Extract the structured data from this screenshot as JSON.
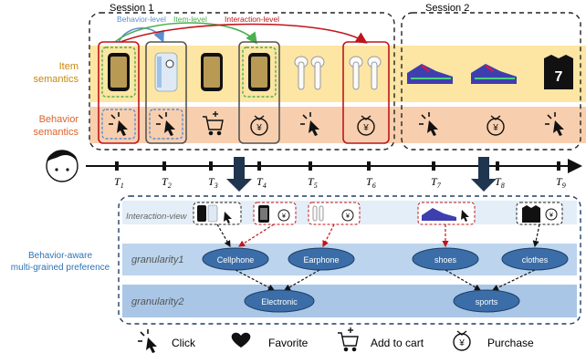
{
  "sessions": {
    "s1": "Session 1",
    "s2": "Session 2"
  },
  "levels": {
    "behavior": "Behavior-level",
    "item": "Item-level",
    "interaction": "Interaction-level"
  },
  "row_labels": {
    "item_l1": "Item",
    "item_l2": "semantics",
    "beh_l1": "Behavior",
    "beh_l2": "semantics"
  },
  "timeline": {
    "ticks": [
      {
        "t": "T",
        "s": "1"
      },
      {
        "t": "T",
        "s": "2"
      },
      {
        "t": "T",
        "s": "3"
      },
      {
        "t": "T",
        "s": "4"
      },
      {
        "t": "T",
        "s": "5"
      },
      {
        "t": "T",
        "s": "6"
      },
      {
        "t": "T",
        "s": "7"
      },
      {
        "t": "T",
        "s": "8"
      },
      {
        "t": "T",
        "s": "9"
      }
    ]
  },
  "lower": {
    "side_l1": "Behavior-aware",
    "side_l2": "multi-grained preference",
    "interaction_view": "Interaction-view",
    "granularity1": "granularity1",
    "granularity2": "granularity2",
    "nodes_g1": [
      "Cellphone",
      "Earphone",
      "shoes",
      "clothes"
    ],
    "nodes_g2": [
      "Electronic",
      "sports"
    ]
  },
  "legend": [
    "Click",
    "Favorite",
    "Add to cart",
    "Purchase"
  ],
  "jersey_number": "7",
  "colors": {
    "item_band": "#fde5a3",
    "behavior_band": "#f8cfae",
    "item_label": "#c8890c",
    "behavior_label": "#d9632a",
    "behavior_level": "#5b8fcf",
    "item_level": "#4caf50",
    "interaction_level": "#c0151b",
    "node_fill": "#3b6ea8",
    "lower_band": "#bfd6ee",
    "side_label": "#2f73b5"
  }
}
